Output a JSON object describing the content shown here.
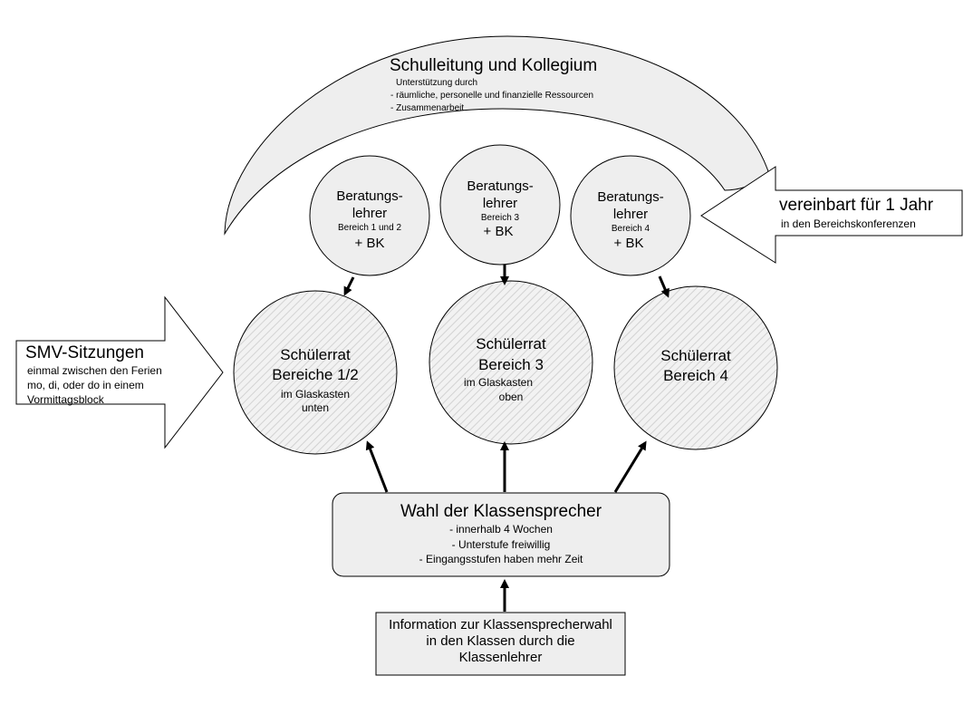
{
  "top_arc": {
    "title": "Schulleitung und Kollegium",
    "lines": [
      "Unterstützung durch",
      "- räumliche, personelle und finanzielle Ressourcen",
      "- Zusammenarbeit"
    ]
  },
  "advisors": [
    {
      "title1": "Beratungs-",
      "title2": "lehrer",
      "area": "Bereich 1 und 2",
      "extra": "+ BK"
    },
    {
      "title1": "Beratungs-",
      "title2": "lehrer",
      "area": "Bereich 3",
      "extra": "+ BK"
    },
    {
      "title1": "Beratungs-",
      "title2": "lehrer",
      "area": "Bereich 4",
      "extra": "+ BK"
    }
  ],
  "councils": [
    {
      "title": "Schülerrat",
      "subtitle": "Bereiche 1/2",
      "loc1": "im Glaskasten",
      "loc2": "unten"
    },
    {
      "title": "Schülerrat",
      "subtitle": "Bereich 3",
      "loc1": "im Glaskasten",
      "loc2": "oben"
    },
    {
      "title": "Schülerrat",
      "subtitle": "Bereich 4"
    }
  ],
  "right_arrow": {
    "title": "vereinbart für 1 Jahr",
    "subtitle": "in den Bereichskonferenzen"
  },
  "left_arrow": {
    "title": "SMV-Sitzungen",
    "lines": [
      "einmal zwischen den Ferien",
      "mo, di, oder do in einem",
      "Vormittagsblock"
    ]
  },
  "election": {
    "title": "Wahl der Klassensprecher",
    "lines": [
      "- innerhalb 4 Wochen",
      "- Unterstufe freiwillig",
      "- Eingangsstufen haben mehr Zeit"
    ]
  },
  "info": {
    "lines": [
      "Information zur Klassensprecherwahl",
      "in den Klassen durch die",
      "Klassenlehrer"
    ]
  },
  "colors": {
    "fill": "#eeeeee",
    "stroke": "#000000",
    "hatch": "#d4d4d4"
  }
}
